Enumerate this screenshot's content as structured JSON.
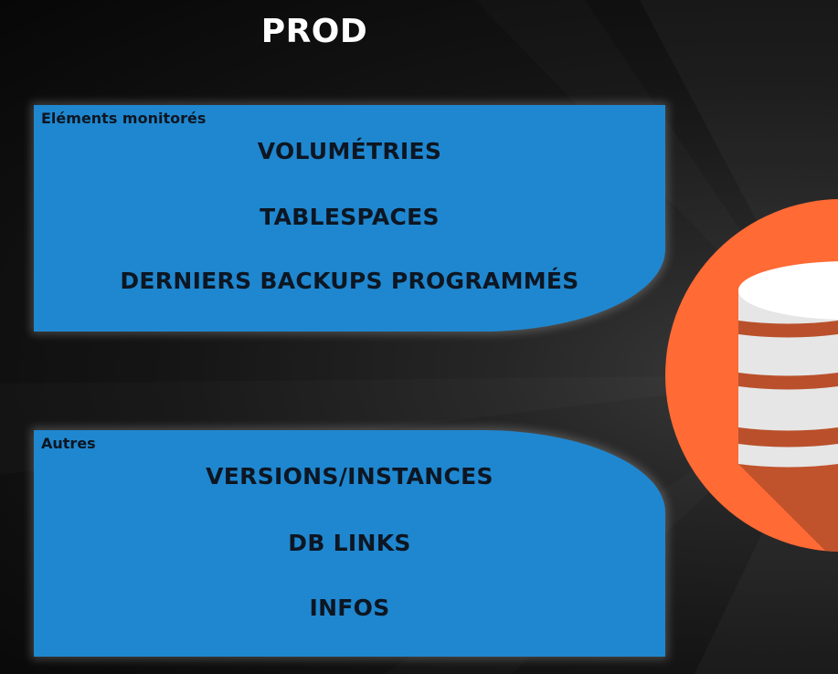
{
  "title": "PROD",
  "panels": [
    {
      "label": "Eléments monitorés",
      "items": [
        "VOLUMÉTRIES",
        "TABLESPACES",
        "DERNIERS BACKUPS PROGRAMMÉS"
      ]
    },
    {
      "label": "Autres",
      "items": [
        "VERSIONS/INSTANCES",
        "DB LINKS",
        "INFOS"
      ]
    }
  ],
  "icons": {
    "database": "database-icon"
  },
  "colors": {
    "panel": "#1f87cf",
    "text_dark": "#0d1622",
    "title": "#ffffff",
    "db_circle": "#ff6a35",
    "db_stripe": "#b9502b",
    "db_disk": "#e6e6e6"
  }
}
